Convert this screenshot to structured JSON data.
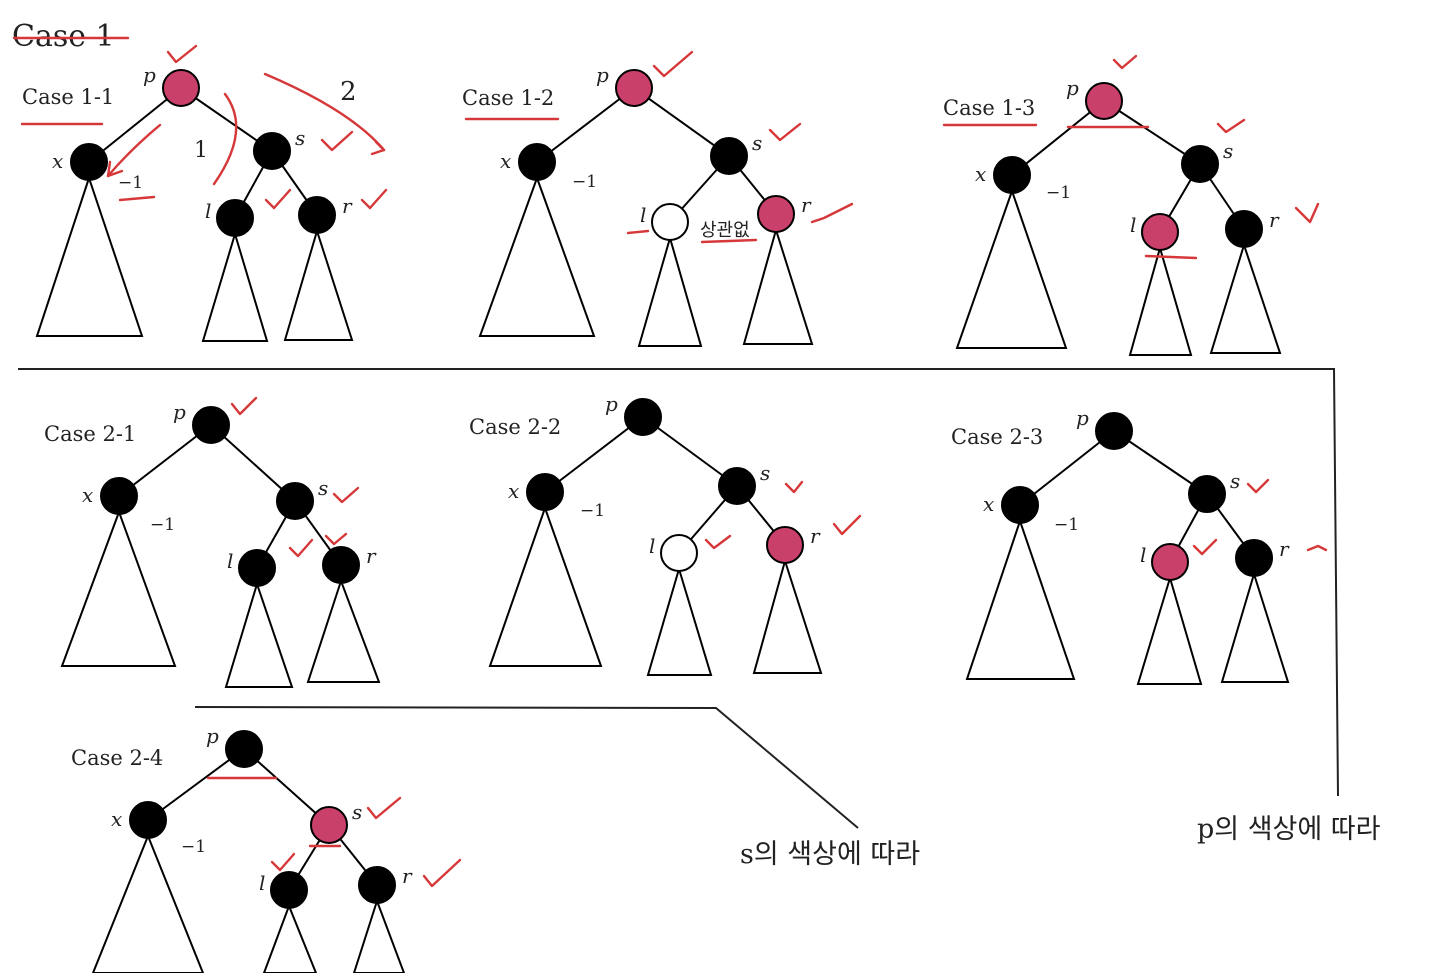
{
  "colors": {
    "black_node": "#000000",
    "red_node": "#c9416b",
    "white_node": "#ffffff",
    "ink": "#000000",
    "annotation": "#d6383a"
  },
  "heading": "Case 1",
  "cases": [
    {
      "title": "Case 1-1",
      "p": "red",
      "s": "black",
      "l": "black",
      "r": "black"
    },
    {
      "title": "Case 1-2",
      "p": "red",
      "s": "black",
      "l": "white",
      "r": "red"
    },
    {
      "title": "Case 1-3",
      "p": "red",
      "s": "black",
      "l": "red",
      "r": "black"
    },
    {
      "title": "Case 2-1",
      "p": "black",
      "s": "black",
      "l": "black",
      "r": "black"
    },
    {
      "title": "Case 2-2",
      "p": "black",
      "s": "black",
      "l": "white",
      "r": "red"
    },
    {
      "title": "Case 2-3",
      "p": "black",
      "s": "black",
      "l": "red",
      "r": "black"
    },
    {
      "title": "Case 2-4",
      "p": "black",
      "s": "red",
      "l": "black",
      "r": "black"
    }
  ],
  "node_labels": {
    "p": "p",
    "x": "x",
    "s": "s",
    "l": "l",
    "r": "r"
  },
  "x_mark": "−1",
  "annotations": {
    "case11_left_num": "1",
    "case11_right_num": "2",
    "case12_note": "상관없"
  },
  "notes": {
    "s_color": "s의 색상에 따라",
    "p_color": "p의 색상에 따라"
  }
}
